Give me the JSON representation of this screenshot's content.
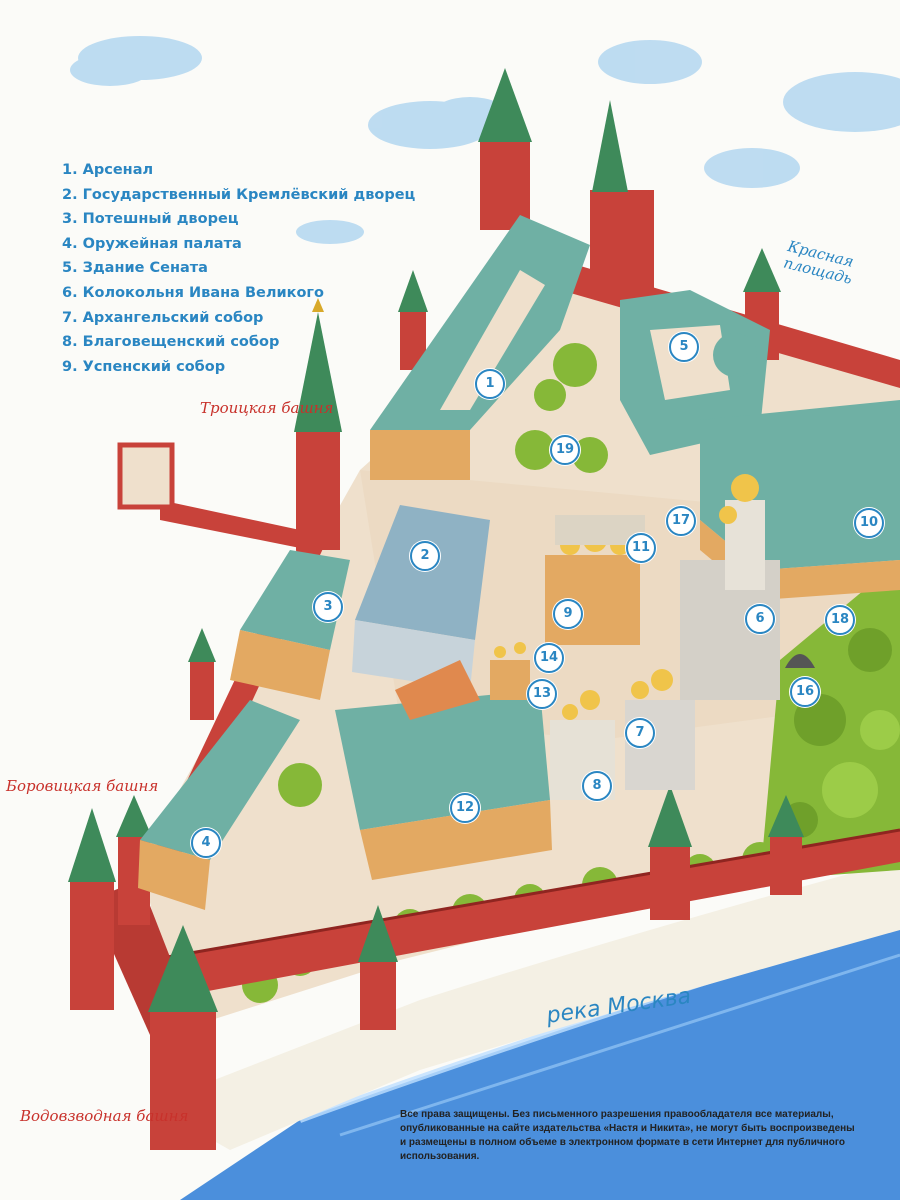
{
  "legend": [
    "1. Арсенал",
    "2. Государственный Кремлёвский дворец",
    "3. Потешный дворец",
    "4. Оружейная палата",
    "5. Здание Сената",
    "6. Колокольня Ивана Великого",
    "7. Архангельский собор",
    "8. Благовещенский собор",
    "9. Успенский собор"
  ],
  "places": {
    "troitskaya": "Троицкая башня",
    "borovitskaya": "Боровицкая башня",
    "vodovzvodnaya": "Водовзводная башня",
    "red_square": "Красная площадь"
  },
  "river_label": "река Москва",
  "markers": [
    "1",
    "2",
    "3",
    "4",
    "5",
    "6",
    "7",
    "8",
    "9",
    "10",
    "11",
    "12",
    "13",
    "14",
    "16",
    "17",
    "18",
    "19"
  ],
  "copyright": "Все права защищены. Без письменного разрешения правообладателя все материалы, опубликованные на сайте издательства «Настя и Никита», не могут быть воспроизведены и размещены в полном объеме в электронном формате в сети Интернет для публичного использования.",
  "colors": {
    "wall": "#c8423a",
    "roof": "#6fb0a4",
    "ground": "#efe0cc",
    "facade": "#e3a962",
    "trees": "#86b838",
    "river": "#4b8fdc",
    "label_blue": "#2a86c2",
    "label_red": "#c8312b"
  }
}
